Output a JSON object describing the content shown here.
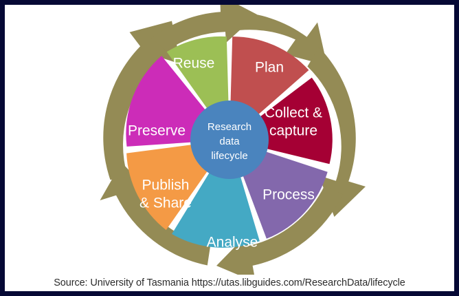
{
  "figure": {
    "title": "Research data lifecycle",
    "border_color": "#060935",
    "background_color": "#ffffff",
    "ring_color": "#948B55",
    "hub": {
      "color": "#4A84BE",
      "lines": [
        "Research",
        "data",
        "lifecycle"
      ]
    },
    "caption": "Source: University of Tasmania https://utas.libguides.com/ResearchData/lifecycle"
  },
  "chart_data": {
    "type": "pie",
    "title": "Research data lifecycle",
    "categories": [
      "Plan",
      "Collect & capture",
      "Process",
      "Analyse",
      "Publish & Share",
      "Preserve",
      "Reuse"
    ],
    "values": [
      1,
      1,
      1,
      1,
      1,
      1,
      1
    ],
    "colors": [
      "#C04F4F",
      "#A50034",
      "#8368AC",
      "#44A9C4",
      "#F49A45",
      "#CC2CB8",
      "#9CBF55"
    ],
    "legend": "none",
    "notes": "Seven equal segments arranged clockwise starting at top, surrounded by a clockwise arrow ring"
  },
  "segments": [
    {
      "id": "plan",
      "label": "Plan",
      "label_line2": "",
      "color": "#C04F4F"
    },
    {
      "id": "collect-capture",
      "label": "Collect &",
      "label_line2": "capture",
      "color": "#A50034"
    },
    {
      "id": "process",
      "label": "Process",
      "label_line2": "",
      "color": "#8368AC"
    },
    {
      "id": "analyse",
      "label": "Analyse",
      "label_line2": "",
      "color": "#44A9C4"
    },
    {
      "id": "publish-share",
      "label": "Publish",
      "label_line2": "& Share",
      "color": "#F49A45"
    },
    {
      "id": "preserve",
      "label": "Preserve",
      "label_line2": "",
      "color": "#CC2CB8"
    },
    {
      "id": "reuse",
      "label": "Reuse",
      "label_line2": "",
      "color": "#9CBF55"
    }
  ]
}
